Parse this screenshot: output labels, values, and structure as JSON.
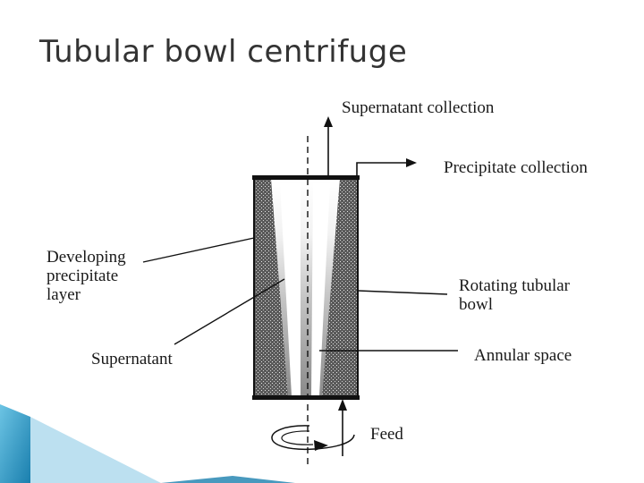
{
  "title": "Tubular bowl centrifuge",
  "labels": {
    "supernatant_collection": "Supernatant collection",
    "precipitate_collection": "Precipitate collection",
    "developing_precipitate_layer": [
      "Developing",
      "precipitate",
      "layer"
    ],
    "rotating_tubular_bowl": [
      "Rotating tubular",
      "bowl"
    ],
    "supernatant": "Supernatant",
    "annular_space": "Annular space",
    "feed": "Feed"
  },
  "colors": {
    "title": "#333333",
    "accent_corner": "#1f8fbf",
    "ink": "#1a1a1a"
  }
}
